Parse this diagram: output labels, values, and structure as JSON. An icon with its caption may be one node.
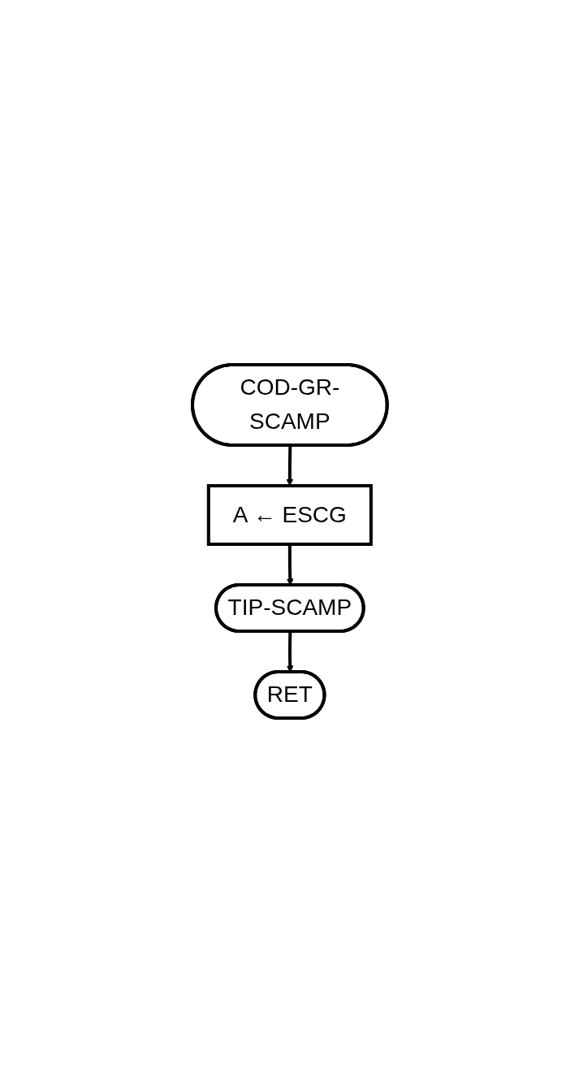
{
  "diagram": {
    "nodes": [
      {
        "text": [
          "COD-GR-SCAMP"
        ]
      },
      {
        "text": [
          "A ← ESCG"
        ]
      },
      {
        "text": [
          "TIP-SCAMP"
        ]
      },
      {
        "text": [
          "RET"
        ]
      }
    ],
    "edges": [
      {
        "from": 0,
        "to": 1,
        "arrow": "to"
      },
      {
        "from": 1,
        "to": 2,
        "arrow": "to"
      },
      {
        "from": 2,
        "to": 3,
        "arrow": "to"
      }
    ]
  }
}
